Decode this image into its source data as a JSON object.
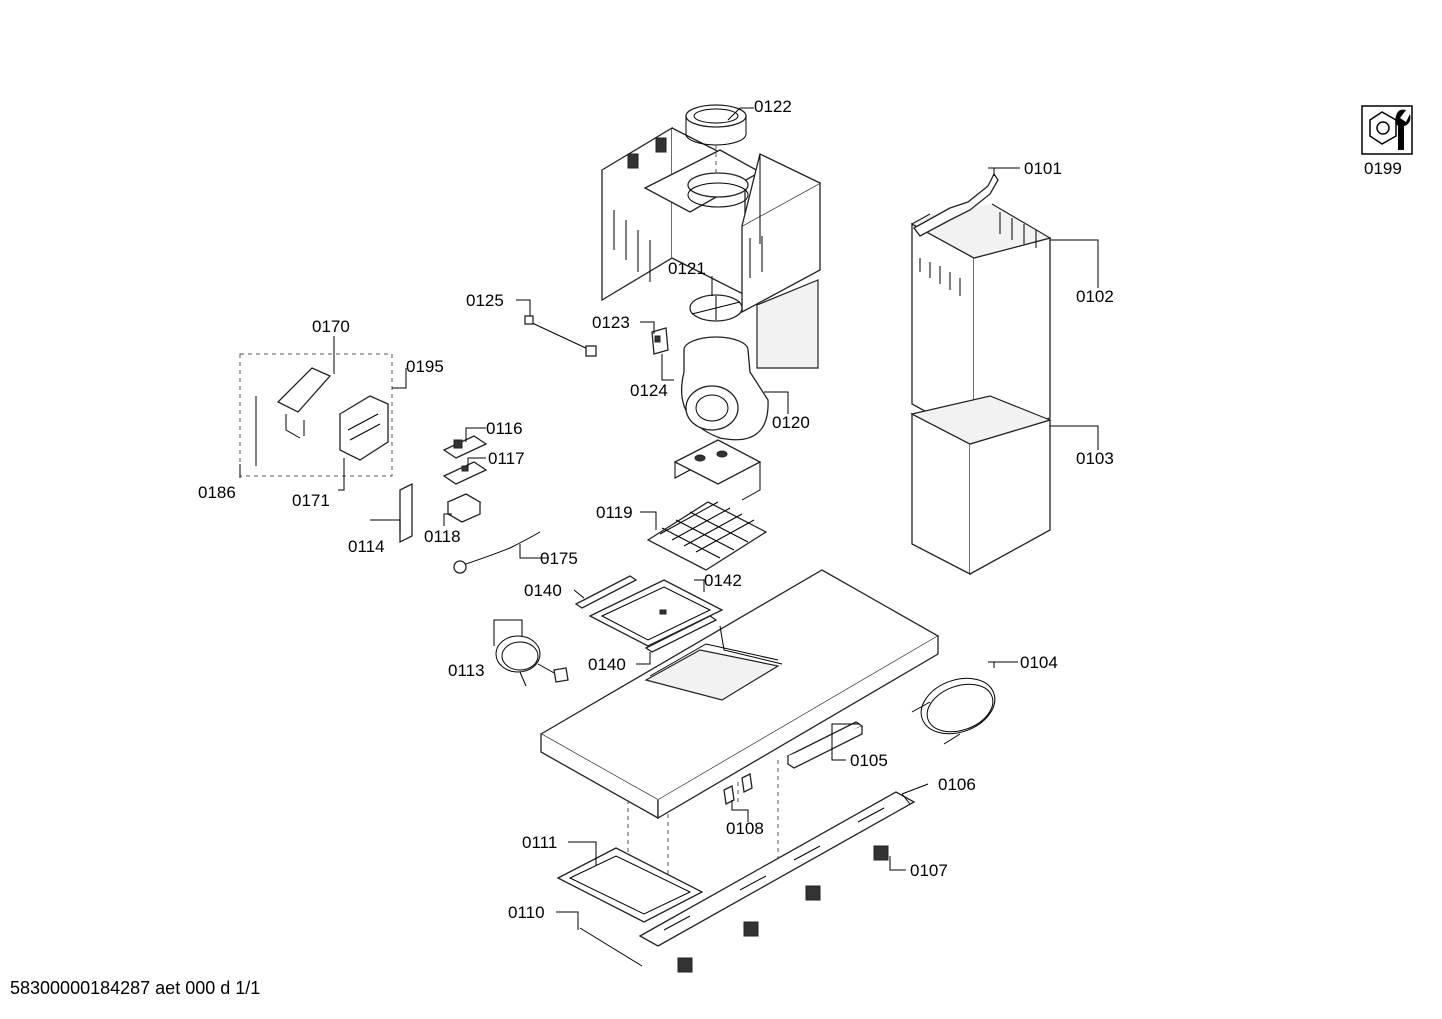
{
  "footer": {
    "doc_number": "58300000184287",
    "variant": "aet 000 d",
    "page": "1/1"
  },
  "labels": {
    "l0101": "0101",
    "l0102": "0102",
    "l0103": "0103",
    "l0104": "0104",
    "l0105": "0105",
    "l0106": "0106",
    "l0107": "0107",
    "l0108": "0108",
    "l0110": "0110",
    "l0111": "0111",
    "l0113": "0113",
    "l0114": "0114",
    "l0116": "0116",
    "l0117": "0117",
    "l0118": "0118",
    "l0119": "0119",
    "l0120": "0120",
    "l0121": "0121",
    "l0122": "0122",
    "l0123": "0123",
    "l0124": "0124",
    "l0125": "0125",
    "l0140a": "0140",
    "l0140b": "0140",
    "l0142": "0142",
    "l0170": "0170",
    "l0171": "0171",
    "l0175": "0175",
    "l0186": "0186",
    "l0195": "0195",
    "l0199": "0199"
  },
  "icons": {
    "service_kit": "wrench-nut-icon"
  }
}
